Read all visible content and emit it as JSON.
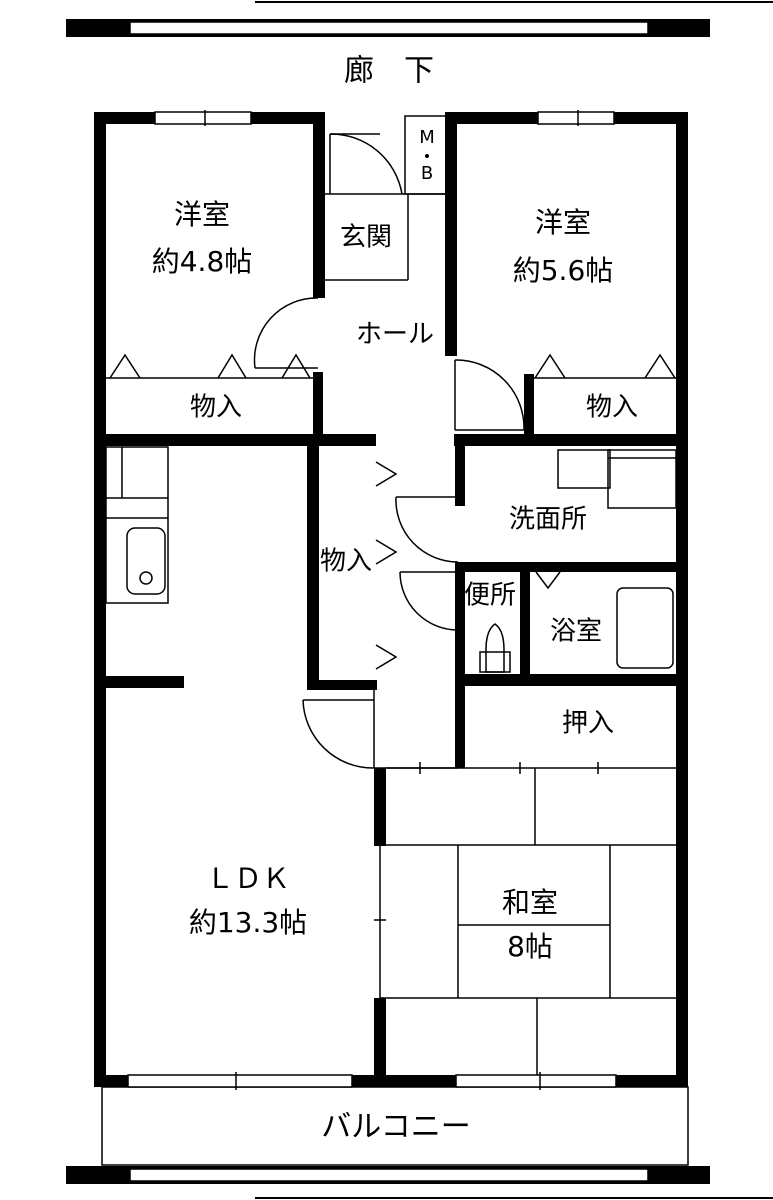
{
  "rooms": {
    "corridor": "廊　下",
    "western_room_1": {
      "name": "洋室",
      "size": "約4.8帖"
    },
    "western_room_2": {
      "name": "洋室",
      "size": "約5.6帖"
    },
    "entrance": "玄関",
    "meter_box": {
      "line1": "M",
      "line2": "B"
    },
    "hall": "ホール",
    "closet_1": "物入",
    "closet_2": "物入",
    "closet_3": "物入",
    "washroom": "洗面所",
    "toilet": "便所",
    "bathroom": "浴室",
    "oshiire": "押入",
    "ldk": {
      "name": "ＬＤＫ",
      "size": "約13.3帖"
    },
    "japanese_room": {
      "name": "和室",
      "size": "8帖"
    },
    "balcony": "バルコニー"
  }
}
